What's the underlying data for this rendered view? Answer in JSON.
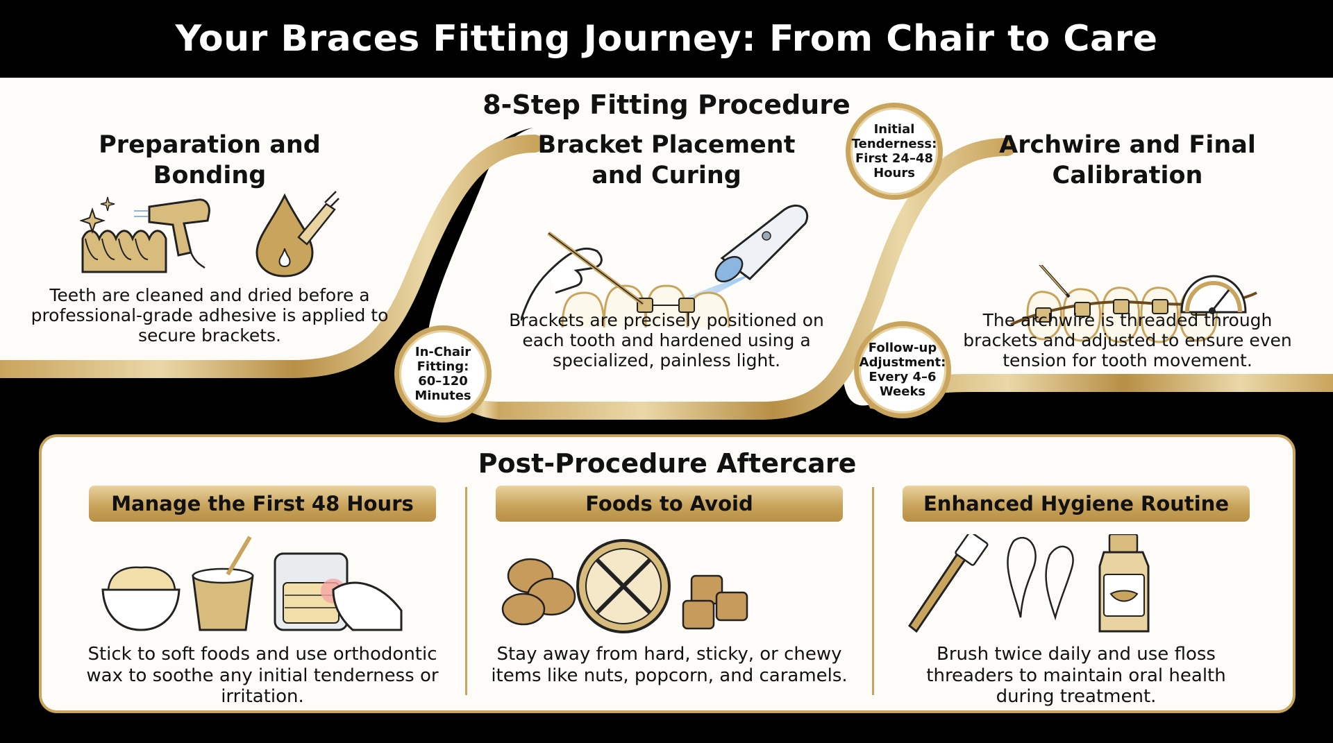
{
  "title": "Your Braces Fitting Journey: From Chair to Care",
  "procedure": {
    "heading": "8-Step Fitting Procedure",
    "steps": [
      {
        "title": "Preparation and Bonding",
        "desc": "Teeth are cleaned and dried before a professional-grade adhesive is applied to secure brackets."
      },
      {
        "title": "Bracket Placement and Curing",
        "desc": "Brackets are precisely positioned on each tooth and hardened using a specialized, painless light."
      },
      {
        "title": "Archwire and Final Calibration",
        "desc": "The archwire is threaded through brackets and adjusted to ensure even tension for tooth movement."
      }
    ],
    "badges": {
      "in_chair": "In-Chair Fitting: 60–120 Minutes",
      "tenderness": "Initial Tenderness: First 24–48 Hours",
      "follow_up": "Follow-up Adjustment: Every 4–6 Weeks"
    }
  },
  "aftercare": {
    "heading": "Post-Procedure Aftercare",
    "columns": [
      {
        "label": "Manage the First 48 Hours",
        "desc": "Stick to soft foods and use orthodontic wax to soothe any initial tenderness or irritation."
      },
      {
        "label": "Foods to Avoid",
        "desc": "Stay away from hard, sticky, or chewy items like nuts, popcorn, and caramels."
      },
      {
        "label": "Enhanced Hygiene Routine",
        "desc": "Brush twice daily and use floss threaders to maintain oral health during treatment."
      }
    ]
  },
  "colors": {
    "gold": "#c9a45c",
    "gold_light": "#e9d3a0",
    "gold_dark": "#a57d35",
    "background": "#000000",
    "panel": "#fdfcf8"
  },
  "icons": [
    "sparkle-icon",
    "teeth-icon",
    "air-dryer-icon",
    "adhesive-drop-icon",
    "hand-tool-icon",
    "curing-light-icon",
    "bracket-tooth-icon",
    "archwire-teeth-icon",
    "gauge-icon",
    "pudding-bowl-icon",
    "yogurt-cup-icon",
    "wax-case-icon",
    "nuts-icon",
    "no-popcorn-icon",
    "caramel-icon",
    "toothbrush-icon",
    "floss-threader-icon",
    "mouthwash-icon"
  ]
}
